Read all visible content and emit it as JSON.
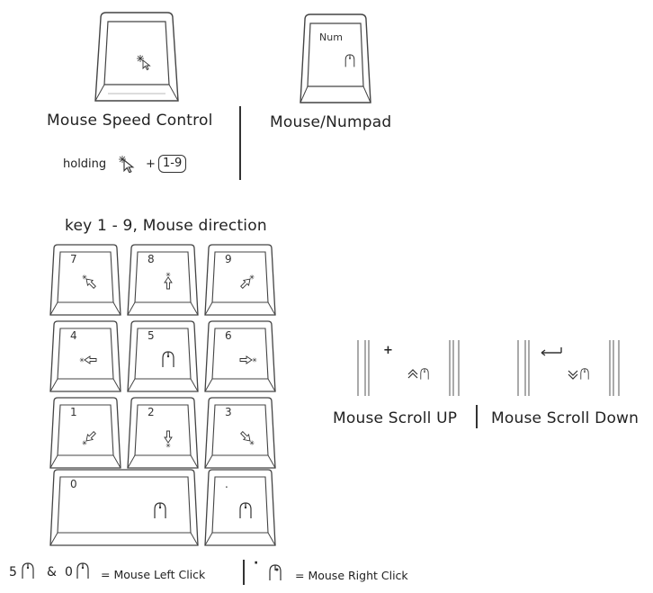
{
  "top": {
    "speed_title": "Mouse Speed Control",
    "holding_text": "holding",
    "plus_symbol": "+",
    "range_key": "1-9",
    "numpad_key_legend": "Num",
    "numpad_title": "Mouse/Numpad"
  },
  "grid_title": "key 1 - 9, Mouse direction",
  "keys": {
    "k7": "7",
    "k8": "8",
    "k9": "9",
    "k4": "4",
    "k5": "5",
    "k6": "6",
    "k1": "1",
    "k2": "2",
    "k3": "3",
    "k0": "0",
    "kdot": "."
  },
  "scroll": {
    "up_key_plus": "+",
    "up_label": "Mouse Scroll UP",
    "down_label": "Mouse Scroll Down"
  },
  "bottom": {
    "num5": "5",
    "amp": "&",
    "num0": "0",
    "left_click": "= Mouse Left Click",
    "dot": "·",
    "right_click": "= Mouse Right Click"
  }
}
